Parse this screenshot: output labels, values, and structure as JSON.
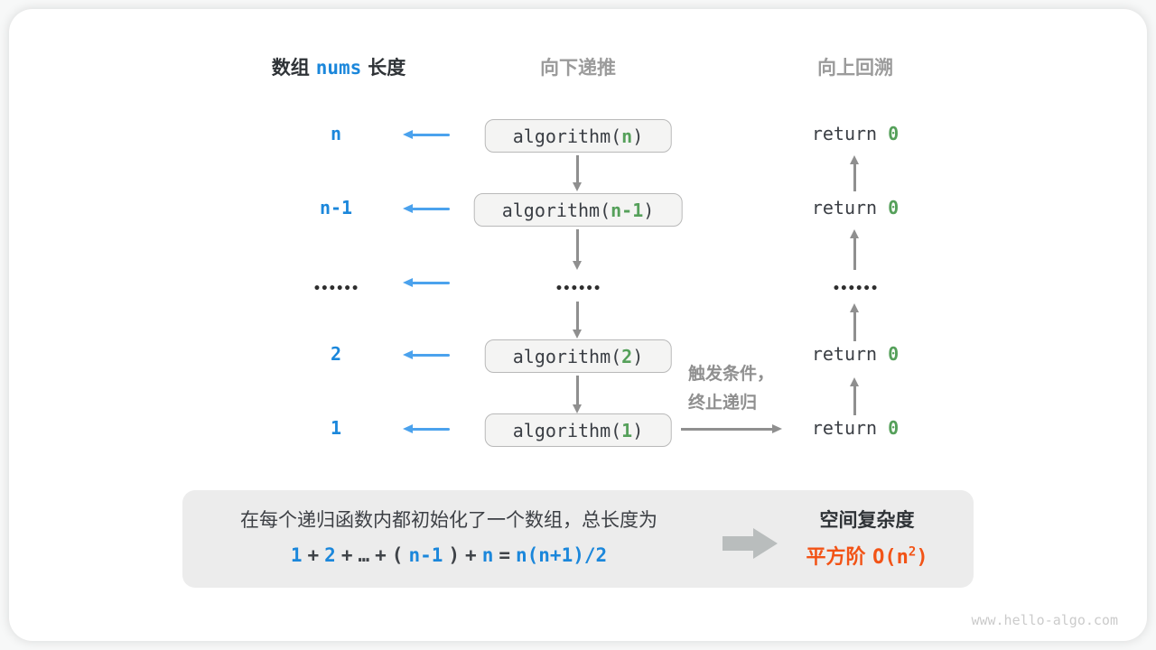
{
  "header": {
    "array_label_prefix": "数组",
    "array_code": "nums",
    "array_label_suffix": "长度",
    "recurse_down": "向下递推",
    "backtrack_up": "向上回溯"
  },
  "rows": [
    {
      "label": "n",
      "call_open": "algorithm(",
      "arg": "n",
      "call_close": ")",
      "ret": "return ",
      "ret_val": "0"
    },
    {
      "label": "n-1",
      "call_open": "algorithm(",
      "arg": "n-1",
      "call_close": ")",
      "ret": "return ",
      "ret_val": "0"
    },
    {
      "label": "••••••",
      "mid_dots": "••••••",
      "ret_dots": "••••••"
    },
    {
      "label": "2",
      "call_open": "algorithm(",
      "arg": "2",
      "call_close": ")",
      "ret": "return ",
      "ret_val": "0"
    },
    {
      "label": "1",
      "call_open": "algorithm(",
      "arg": "1",
      "call_close": ")",
      "ret": "return ",
      "ret_val": "0"
    }
  ],
  "annotation": {
    "line1": "触发条件，",
    "line2": "终止递归"
  },
  "summary": {
    "description": "在每个递归函数内都初始化了一个数组，总长度为",
    "formula": {
      "t1": "1",
      "p1": "+",
      "t2": "2",
      "p2": "+",
      "dots": "…",
      "p3": "+",
      "open": "(",
      "t3": "n-1",
      "close": ")",
      "p4": "+",
      "t4": "n",
      "eq": "=",
      "t5": "n(n+1)/2"
    },
    "space_title": "空间复杂度",
    "order_label": "平方阶",
    "order_open": "O(n",
    "order_sup": "2",
    "order_close": ")"
  },
  "watermark": "www.hello-algo.com",
  "colors": {
    "accent_blue": "#1b87db",
    "arrow_blue": "#4ba2ed",
    "value_green": "#55a05a",
    "accent_orange": "#f25316",
    "arrow_gray": "#8f8f8f",
    "box_fill": "#f4f4f3",
    "panel_fill": "#ececec"
  }
}
